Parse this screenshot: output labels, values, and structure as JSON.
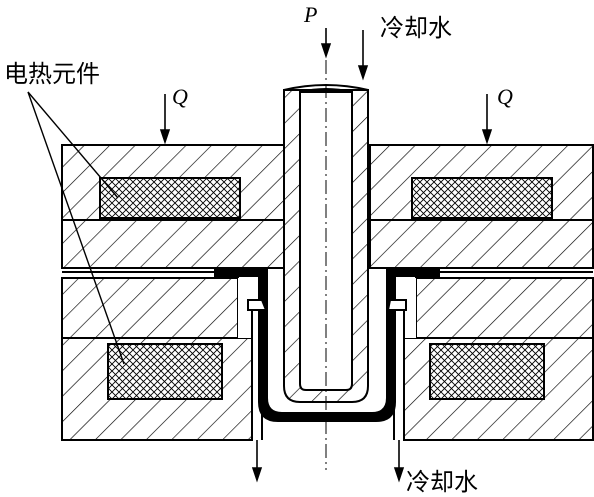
{
  "labels": {
    "heating_element": "电热元件",
    "coolant_top": "冷却水",
    "coolant_bottom": "冷却水",
    "force": "P",
    "heat_left": "Q",
    "heat_right": "Q"
  }
}
